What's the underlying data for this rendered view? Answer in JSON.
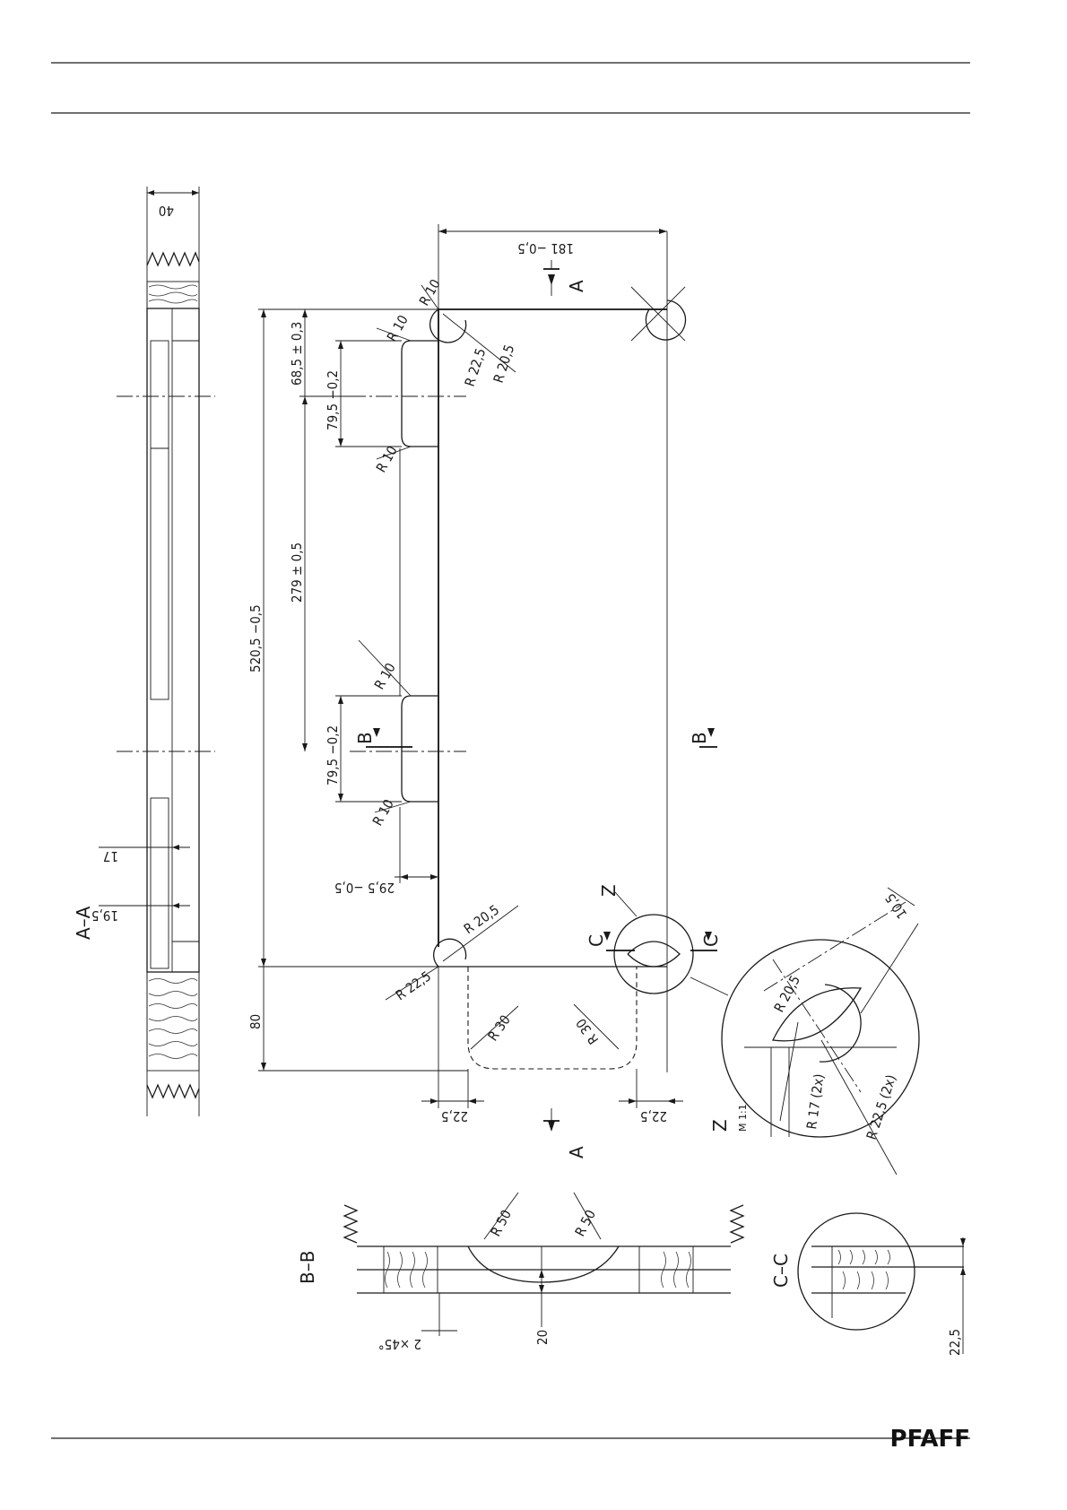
{
  "brand": "PFAFF",
  "section_labels": {
    "aa": "A–A",
    "bb": "B–B",
    "cc": "C–C",
    "z": "Z",
    "z_scale": "M 1:1"
  },
  "markers": {
    "a": "A",
    "b": "B",
    "c": "C"
  },
  "dimensions": {
    "d40": "40",
    "d181": "181 −0,5",
    "d520": "520,5 −0,5",
    "d68": "68,5 ± 0,3",
    "d79a": "79,5 −0,2",
    "d279": "279 ± 0,5",
    "d79b": "79,5 −0,2",
    "d29": "29,5 −0,5",
    "d80": "80",
    "d17": "17",
    "d19": "19,5",
    "d22a": "22,5",
    "d22b": "22,5",
    "d20": "20",
    "d2x45": "2 ×45°",
    "d22c": "22,5",
    "d10z": "10,5"
  },
  "radii": {
    "r10_top": "R 10",
    "r10_a": "R 10",
    "r10_b": "R 10",
    "r10_c": "R 10",
    "r10_d": "R 10",
    "r225_top": "R 22,5",
    "r205_top": "R 20,5",
    "r205_bot": "R 20,5",
    "r225_bot": "R 22,5",
    "r30_a": "R 30",
    "r30_b": "R 30",
    "r205_z": "R 20,5",
    "r17_z": "R 17 (2x)",
    "r225_z": "R 22,5 (2x)",
    "r50_a": "R 50",
    "r50_b": "R 50"
  }
}
